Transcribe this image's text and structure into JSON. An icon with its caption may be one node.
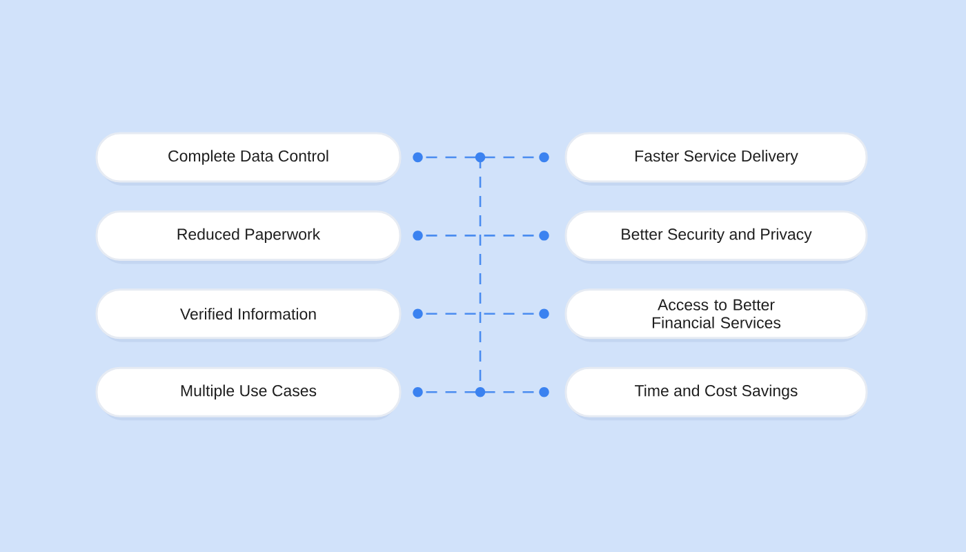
{
  "diagram": {
    "nodes": [
      {
        "text": [
          "Complete Data Control"
        ]
      },
      {
        "text": [
          "Faster Service Delivery"
        ]
      },
      {
        "text": [
          "Reduced Paperwork"
        ]
      },
      {
        "text": [
          "Better Security and Privacy"
        ]
      },
      {
        "text": [
          "Verified Information"
        ]
      },
      {
        "text": [
          "Access to Better Financial Services"
        ]
      },
      {
        "text": [
          "Multiple Use Cases"
        ]
      },
      {
        "text": [
          "Time and Cost Savings"
        ]
      }
    ],
    "edges": [
      {
        "from": 0,
        "to": 1,
        "arrow": "other",
        "style": "dashed"
      },
      {
        "from": 2,
        "to": 3,
        "arrow": "other",
        "style": "dashed"
      },
      {
        "from": 4,
        "to": 5,
        "arrow": "other",
        "style": "dashed"
      },
      {
        "from": 6,
        "to": 7,
        "arrow": "other",
        "style": "dashed"
      }
    ]
  }
}
